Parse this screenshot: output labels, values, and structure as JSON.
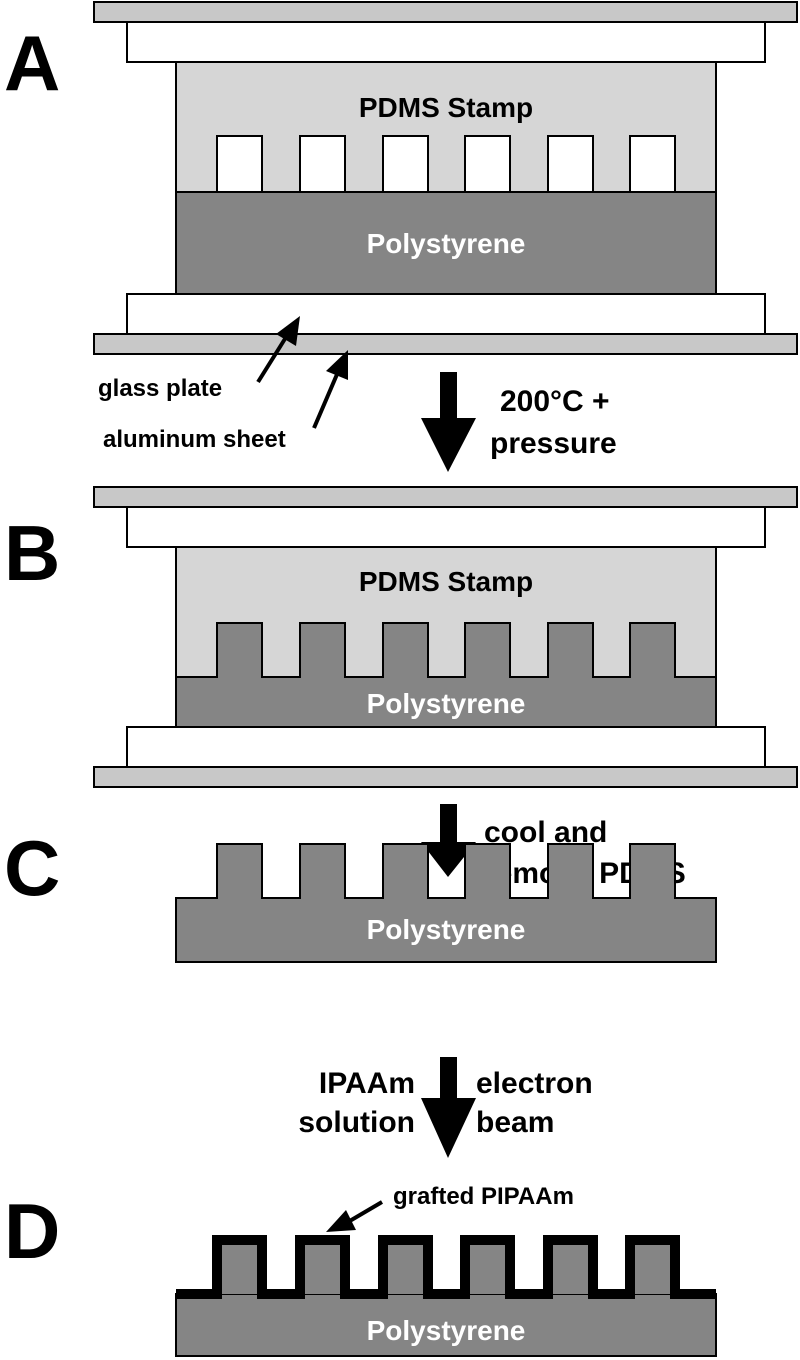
{
  "panels": {
    "A": {
      "letter": "A",
      "stamp_label": "PDMS Stamp",
      "substrate_label": "Polystyrene"
    },
    "B": {
      "letter": "B",
      "stamp_label": "PDMS Stamp",
      "substrate_label": "Polystyrene"
    },
    "C": {
      "letter": "C",
      "substrate_label": "Polystyrene"
    },
    "D": {
      "letter": "D",
      "substrate_label": "Polystyrene"
    }
  },
  "annotations": {
    "glass_plate": "glass plate",
    "aluminum_sheet": "aluminum sheet",
    "grafted": "grafted PIPAAm"
  },
  "steps": {
    "ab": {
      "line1": "200°C +",
      "line2": "pressure"
    },
    "bc": {
      "line1": "cool and",
      "line2": "remove PDMS"
    },
    "cd": {
      "left1": "IPAAm",
      "left2": "solution",
      "right1": "electron",
      "right2": "beam"
    }
  },
  "colors": {
    "aluminum": "#c8c8c8",
    "glass": "#ffffff",
    "pdms": "#d6d6d6",
    "polystyrene": "#858585",
    "outline": "#000000",
    "substrate_text": "#ffffff"
  }
}
